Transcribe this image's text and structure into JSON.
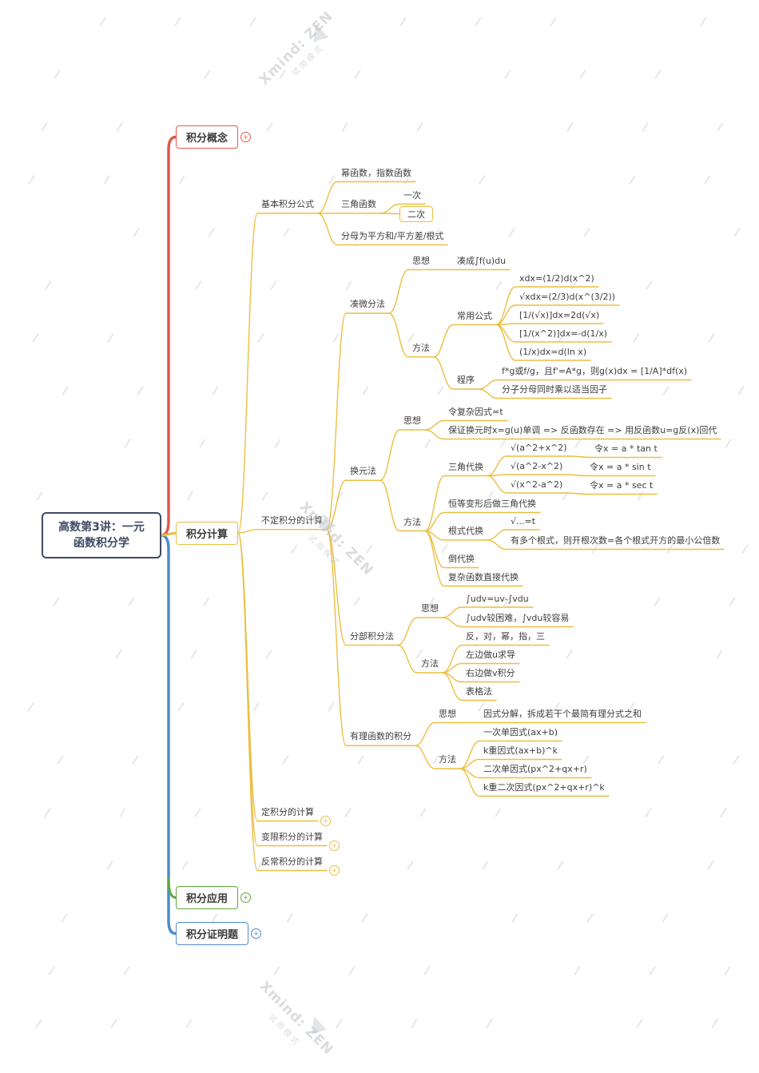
{
  "colors": {
    "red": "#e2574d",
    "yellow": "#ecbe41",
    "green": "#5ca83d",
    "blue": "#4e8ccb",
    "root": "#3f4a63",
    "text": "#3d3d3d",
    "watermark": "#c2c6cb"
  },
  "icons": {
    "collapse_badge": "+",
    "xmind_logo": "▲"
  },
  "watermark": {
    "brand": "Xmind: ZEN",
    "mode": "试用模式"
  },
  "tree": {
    "label": "高数第3讲：一元\n函数积分学",
    "name": "root-topic",
    "style": "root",
    "children": [
      {
        "label": "积分概念",
        "name": "topic-integral-concept",
        "style": "box",
        "color": "red",
        "badge": true
      },
      {
        "label": "积分计算",
        "name": "topic-integral-calculation",
        "style": "box",
        "color": "yellow",
        "children": [
          {
            "label": "基本积分公式",
            "name": "topic-basic-formulas",
            "children": [
              {
                "label": "幂函数，指数函数"
              },
              {
                "label": "三角函数",
                "children": [
                  {
                    "label": "一次"
                  },
                  {
                    "label": "二次",
                    "style": "box"
                  }
                ]
              },
              {
                "label": "分母为平方和/平方差/根式"
              }
            ]
          },
          {
            "label": "不定积分的计算",
            "name": "topic-indefinite-integral",
            "children": [
              {
                "label": "凑微分法",
                "children": [
                  {
                    "label": "思想",
                    "children": [
                      {
                        "label": "凑成∫f(u)du"
                      }
                    ]
                  },
                  {
                    "label": "方法",
                    "children": [
                      {
                        "label": "常用公式",
                        "children": [
                          {
                            "label": "xdx=(1/2)d(x^2)"
                          },
                          {
                            "label": "√xdx=(2/3)d(x^(3/2))"
                          },
                          {
                            "label": "[1/(√x)]dx=2d(√x)"
                          },
                          {
                            "label": "[1/(x^2)]dx=-d(1/x)"
                          },
                          {
                            "label": "(1/x)dx=d(ln x)"
                          }
                        ]
                      },
                      {
                        "label": "程序",
                        "children": [
                          {
                            "label": "f*g或f/g，且f'=A*g，则g(x)dx = [1/A]*df(x)"
                          },
                          {
                            "label": "分子分母同时乘以适当因子"
                          }
                        ]
                      }
                    ]
                  }
                ]
              },
              {
                "label": "换元法",
                "children": [
                  {
                    "label": "思想",
                    "children": [
                      {
                        "label": "令复杂因式=t"
                      },
                      {
                        "label": "保证换元时x=g(u)单调 => 反函数存在 => 用反函数u=g反(x)回代"
                      }
                    ]
                  },
                  {
                    "label": "方法",
                    "children": [
                      {
                        "label": "三角代换",
                        "children": [
                          {
                            "label": "√(a^2+x^2)",
                            "children": [
                              {
                                "label": "令x = a * tan t"
                              }
                            ]
                          },
                          {
                            "label": "√(a^2-x^2)",
                            "children": [
                              {
                                "label": "令x = a * sin t"
                              }
                            ]
                          },
                          {
                            "label": "√(x^2-a^2)",
                            "children": [
                              {
                                "label": "令x = a * sec t"
                              }
                            ]
                          }
                        ]
                      },
                      {
                        "label": "恒等变形后做三角代换"
                      },
                      {
                        "label": "根式代换",
                        "children": [
                          {
                            "label": "√...=t"
                          },
                          {
                            "label": "有多个根式，则开根次数=各个根式开方的最小公倍数"
                          }
                        ]
                      },
                      {
                        "label": "倒代换"
                      },
                      {
                        "label": "复杂函数直接代换"
                      }
                    ]
                  }
                ]
              },
              {
                "label": "分部积分法",
                "children": [
                  {
                    "label": "思想",
                    "children": [
                      {
                        "label": "∫udv=uv-∫vdu"
                      },
                      {
                        "label": "∫udv较困难，∫vdu较容易"
                      }
                    ]
                  },
                  {
                    "label": "方法",
                    "children": [
                      {
                        "label": "反，对，幂，指，三"
                      },
                      {
                        "label": "左边做u求导"
                      },
                      {
                        "label": "右边做v积分"
                      },
                      {
                        "label": "表格法"
                      }
                    ]
                  }
                ]
              },
              {
                "label": "有理函数的积分",
                "children": [
                  {
                    "label": "思想",
                    "children": [
                      {
                        "label": "因式分解，拆成若干个最简有理分式之和"
                      }
                    ]
                  },
                  {
                    "label": "方法",
                    "children": [
                      {
                        "label": "一次单因式(ax+b)"
                      },
                      {
                        "label": "k重因式(ax+b)^k"
                      },
                      {
                        "label": "二次单因式(px^2+qx+r)"
                      },
                      {
                        "label": "k重二次因式(px^2+qx+r)^k"
                      }
                    ]
                  }
                ]
              }
            ]
          },
          {
            "label": "定积分的计算",
            "badge": true
          },
          {
            "label": "变限积分的计算",
            "badge": true
          },
          {
            "label": "反常积分的计算",
            "badge": true
          }
        ]
      },
      {
        "label": "积分应用",
        "name": "topic-integral-application",
        "style": "box",
        "color": "green",
        "badge": true
      },
      {
        "label": "积分证明题",
        "name": "topic-integral-proof",
        "style": "box",
        "color": "blue",
        "badge": true
      }
    ]
  }
}
